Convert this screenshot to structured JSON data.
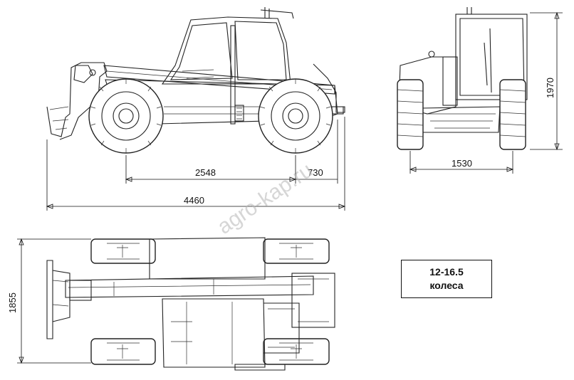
{
  "dimensions": {
    "wheelbase": "2548",
    "front_overhang": "730",
    "overall_length": "4460",
    "track_width": "1530",
    "height": "1970",
    "width": "1855"
  },
  "watermark": "agro-kap.ru",
  "tire_box": {
    "size": "12-16.5",
    "label": "колеса"
  }
}
